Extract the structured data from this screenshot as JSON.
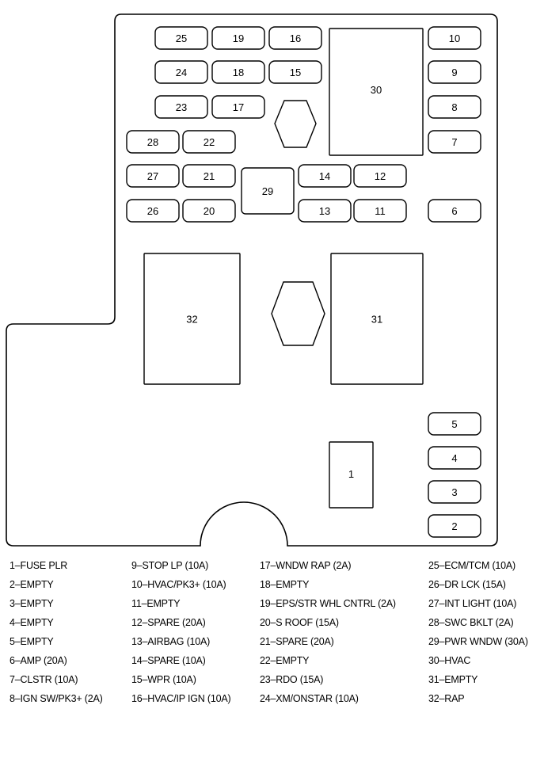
{
  "diagram": {
    "fuses": [
      {
        "id": "f1",
        "label": "1"
      },
      {
        "id": "f2",
        "label": "2"
      },
      {
        "id": "f3",
        "label": "3"
      },
      {
        "id": "f4",
        "label": "4"
      },
      {
        "id": "f5",
        "label": "5"
      },
      {
        "id": "f6",
        "label": "6"
      },
      {
        "id": "f7",
        "label": "7"
      },
      {
        "id": "f8",
        "label": "8"
      },
      {
        "id": "f9",
        "label": "9"
      },
      {
        "id": "f10",
        "label": "10"
      },
      {
        "id": "f11",
        "label": "11"
      },
      {
        "id": "f12",
        "label": "12"
      },
      {
        "id": "f13",
        "label": "13"
      },
      {
        "id": "f14",
        "label": "14"
      },
      {
        "id": "f15",
        "label": "15"
      },
      {
        "id": "f16",
        "label": "16"
      },
      {
        "id": "f17",
        "label": "17"
      },
      {
        "id": "f18",
        "label": "18"
      },
      {
        "id": "f19",
        "label": "19"
      },
      {
        "id": "f20",
        "label": "20"
      },
      {
        "id": "f21",
        "label": "21"
      },
      {
        "id": "f22",
        "label": "22"
      },
      {
        "id": "f23",
        "label": "23"
      },
      {
        "id": "f24",
        "label": "24"
      },
      {
        "id": "f25",
        "label": "25"
      },
      {
        "id": "f26",
        "label": "26"
      },
      {
        "id": "f27",
        "label": "27"
      },
      {
        "id": "f28",
        "label": "28"
      },
      {
        "id": "f29",
        "label": "29"
      },
      {
        "id": "f30",
        "label": "30"
      },
      {
        "id": "f31",
        "label": "31"
      },
      {
        "id": "f32",
        "label": "32"
      }
    ]
  },
  "legend": {
    "columns": [
      [
        "1–FUSE PLR",
        "2–EMPTY",
        "3–EMPTY",
        "4–EMPTY",
        "5–EMPTY",
        "6–AMP (20A)",
        "7–CLSTR (10A)",
        "8–IGN SW/PK3+ (2A)"
      ],
      [
        "9–STOP LP (10A)",
        "10–HVAC/PK3+ (10A)",
        "11–EMPTY",
        "12–SPARE (20A)",
        "13–AIRBAG (10A)",
        "14–SPARE (10A)",
        "15–WPR (10A)",
        "16–HVAC/IP IGN (10A)"
      ],
      [
        "17–WNDW RAP (2A)",
        "18–EMPTY",
        "19–EPS/STR WHL CNTRL (2A)",
        "20–S ROOF (15A)",
        "21–SPARE (20A)",
        "22–EMPTY",
        "23–RDO (15A)",
        "24–XM/ONSTAR (10A)"
      ],
      [
        "25–ECM/TCM (10A)",
        "26–DR LCK (15A)",
        "27–INT LIGHT (10A)",
        "28–SWC BKLT (2A)",
        "29–PWR WNDW (30A)",
        "30–HVAC",
        "31–EMPTY",
        "32–RAP"
      ]
    ]
  }
}
